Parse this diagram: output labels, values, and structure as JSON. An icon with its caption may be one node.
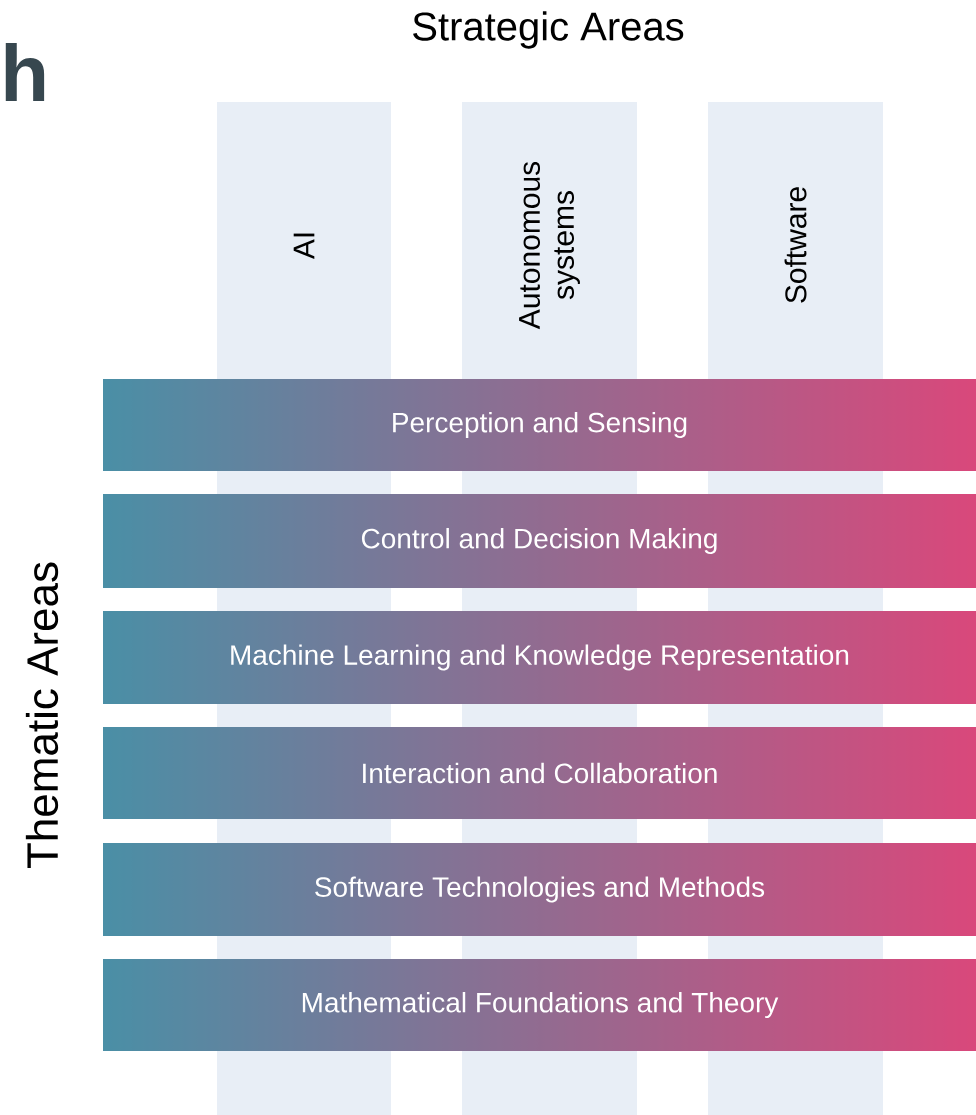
{
  "diagram": {
    "title": "Strategic Areas",
    "nodes": [
      {
        "text": [
          "AI"
        ]
      },
      {
        "text": [
          "Autonomous systems"
        ]
      },
      {
        "text": [
          "Software"
        ]
      },
      {
        "text": [
          "Perception and Sensing"
        ]
      },
      {
        "text": [
          "Control and Decision Making"
        ]
      },
      {
        "text": [
          "Machine Learning and Knowledge Representation"
        ]
      },
      {
        "text": [
          "Interaction and Collaboration"
        ]
      },
      {
        "text": [
          "Software Technologies and Methods"
        ]
      },
      {
        "text": [
          "Mathematical Foundations and Theory"
        ]
      }
    ],
    "edges": [],
    "labels": [
      "h",
      "Thematic Areas"
    ]
  }
}
